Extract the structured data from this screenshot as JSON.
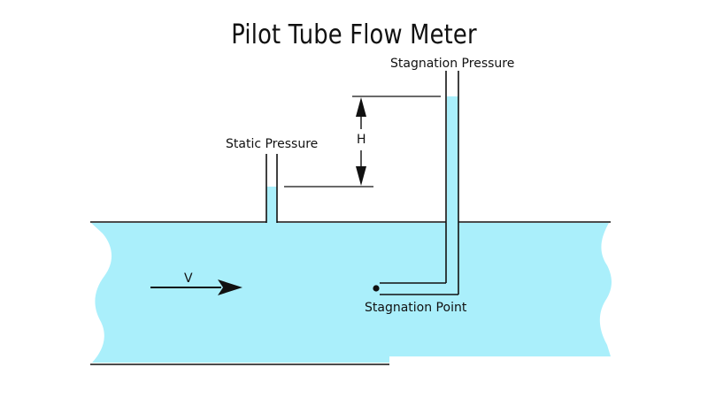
{
  "diagram": {
    "title": "Pilot Tube Flow Meter",
    "labels": {
      "stagnation_pressure": "Stagnation Pressure",
      "static_pressure": "Static Pressure",
      "height": "H",
      "velocity": "V",
      "stagnation_point": "Stagnation Point"
    },
    "colors": {
      "fluid": "#aaeffb",
      "line": "#111111",
      "background": "#ffffff"
    }
  }
}
